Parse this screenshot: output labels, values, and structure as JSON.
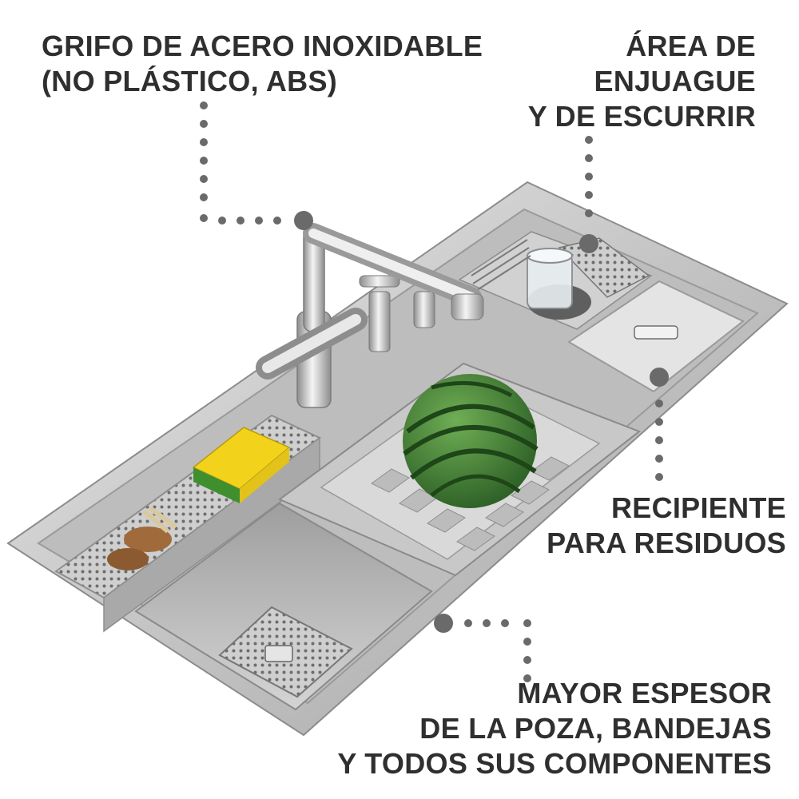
{
  "callouts": {
    "faucet": {
      "lines": [
        "GRIFO DE ACERO INOXIDABLE",
        "(NO PLÁSTICO, ABS)"
      ]
    },
    "rinse": {
      "lines": [
        "ÁREA DE",
        "ENJUAGUE",
        "Y DE ESCURRIR"
      ]
    },
    "waste": {
      "lines": [
        "RECIPIENTE",
        "PARA RESIDUOS"
      ]
    },
    "thickness": {
      "lines": [
        "MAYOR ESPESOR",
        "DE LA POZA, BANDEJAS",
        "Y TODOS SUS COMPONENTES"
      ]
    }
  },
  "colors": {
    "text": "#2f2f2f",
    "leader": "#6a6a6a",
    "steel_light": "#d8d8d8",
    "steel_mid": "#b5b5b5",
    "steel_dark": "#8a8a8a",
    "watermelon": "#3f7d34",
    "sponge_yellow": "#f2d21b",
    "sponge_green": "#3f8f2e"
  }
}
